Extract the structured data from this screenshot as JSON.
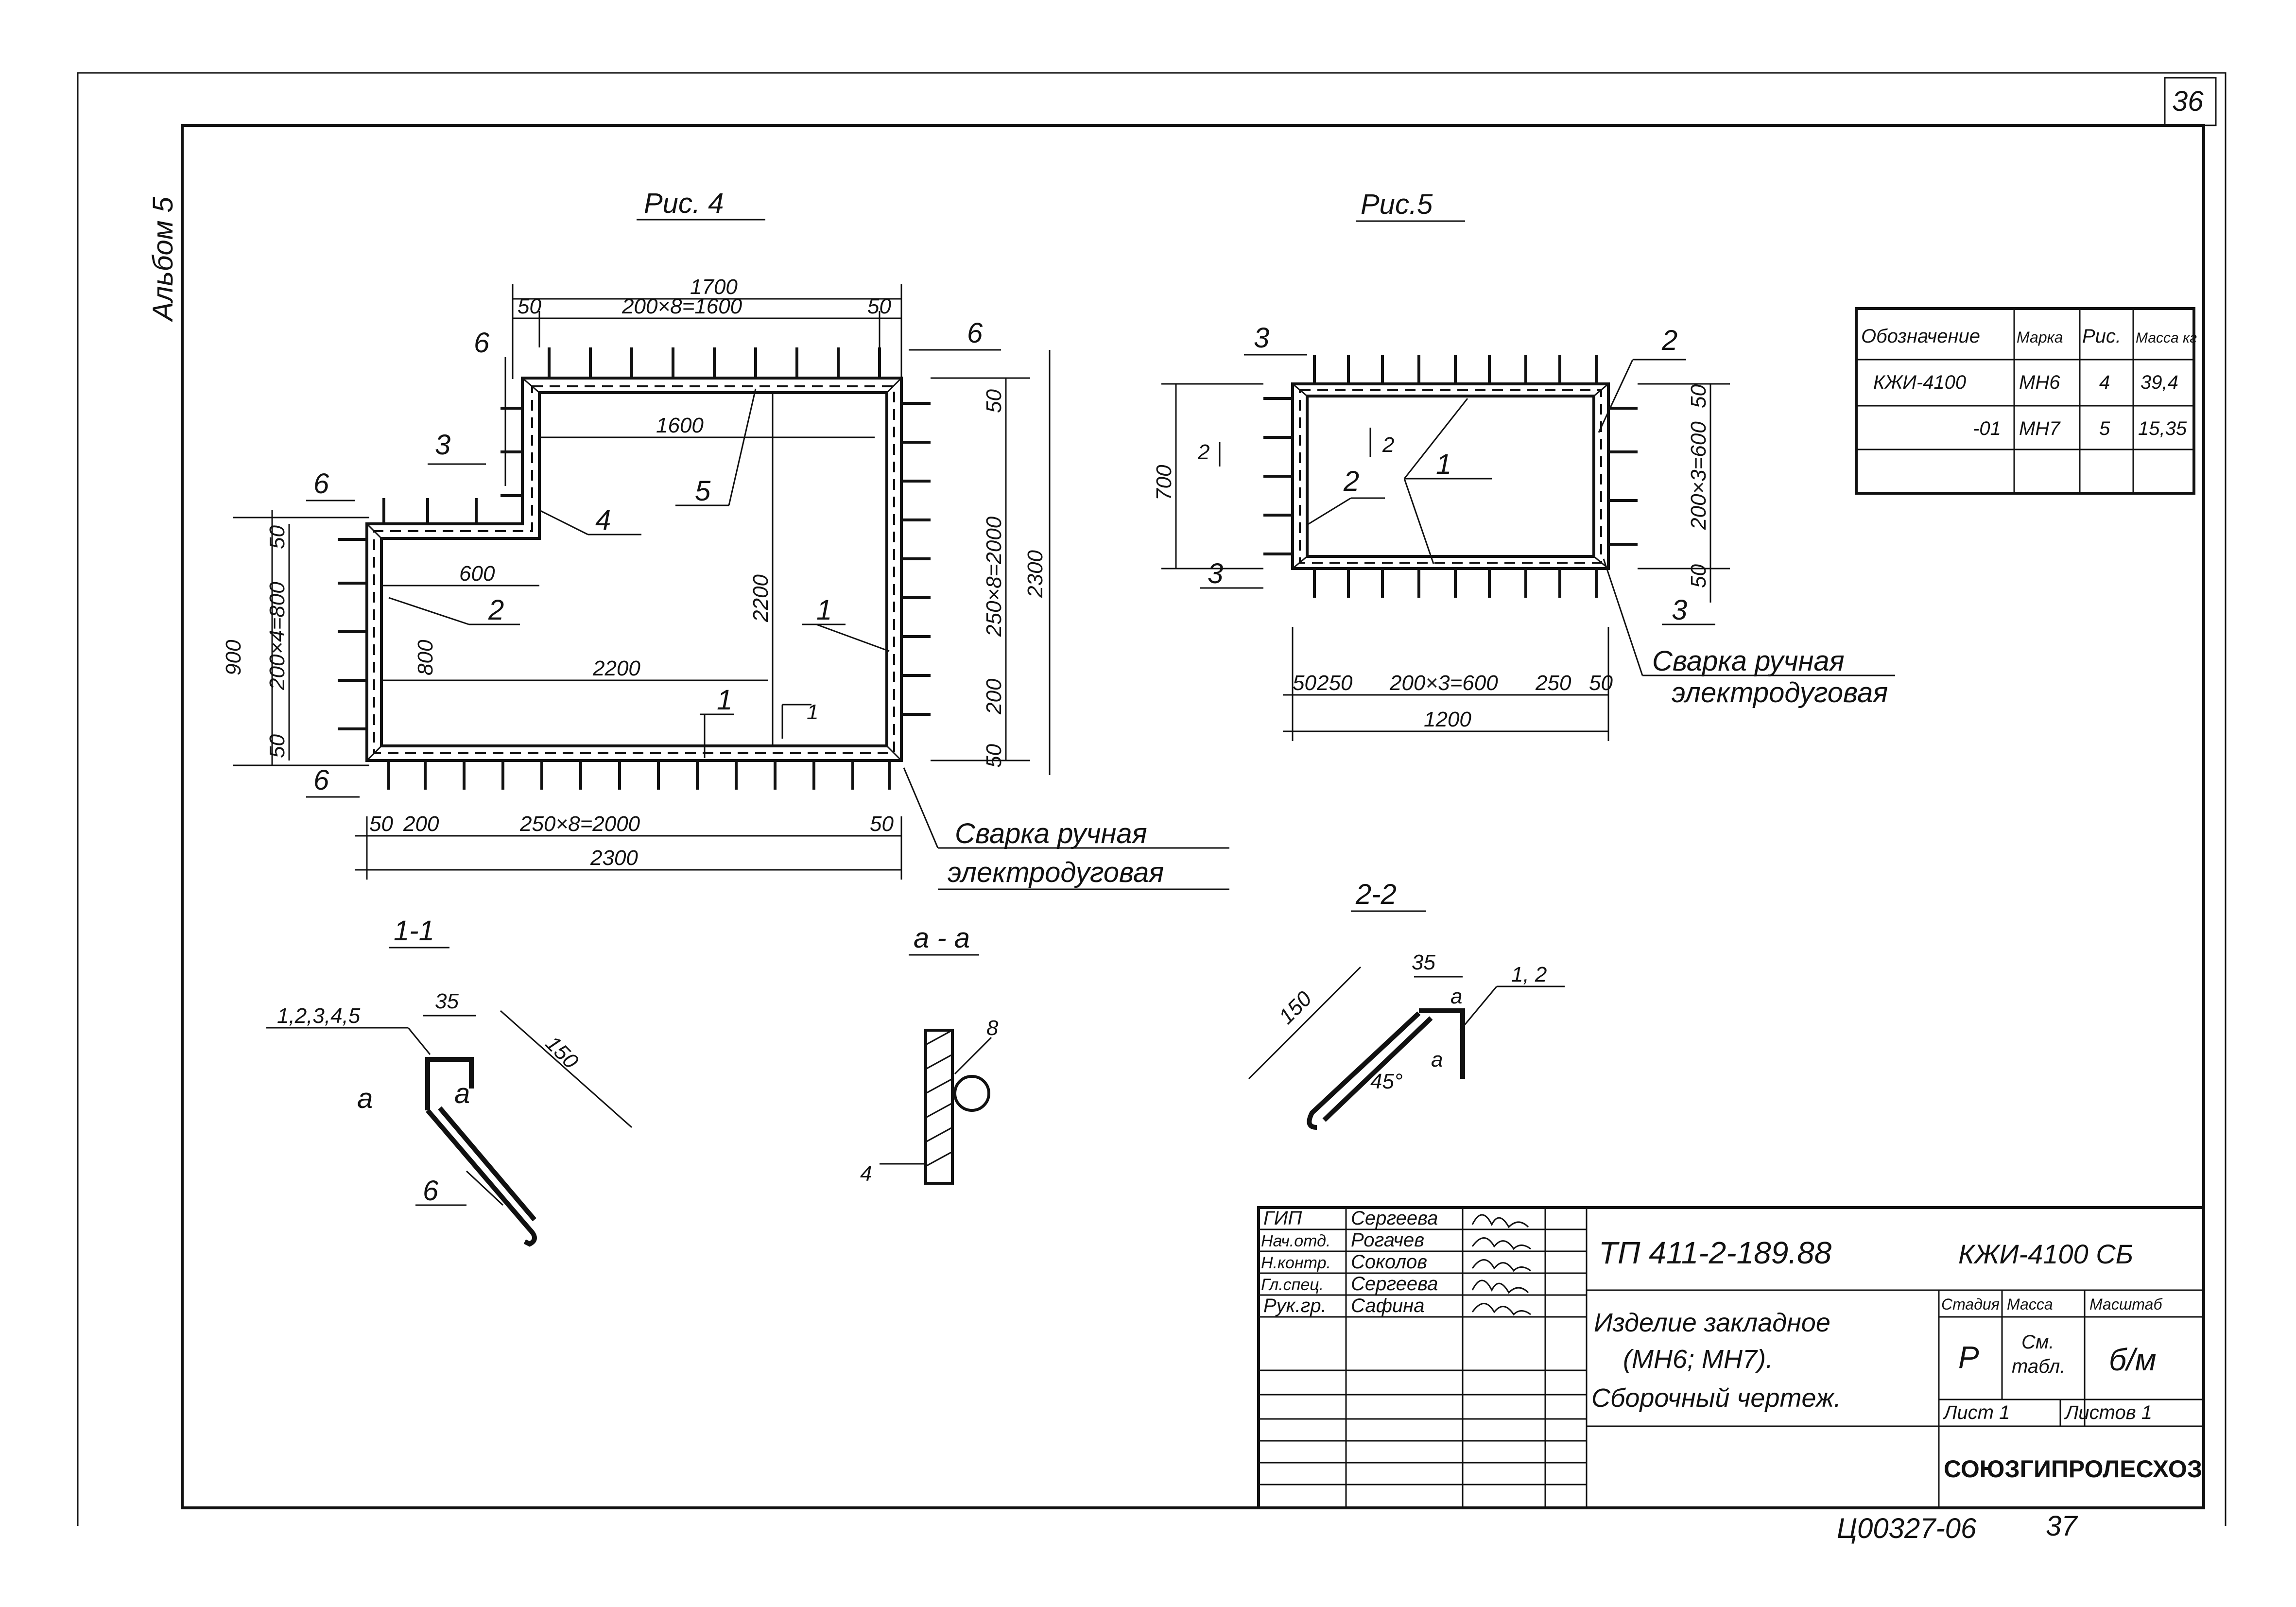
{
  "sheet": {
    "page_number": "36",
    "album_label": "Альбом 5",
    "bottom_code": "Ц00327-06",
    "bottom_number": "37"
  },
  "fig4": {
    "title": "Рис. 4",
    "dims": {
      "top_total": "1700",
      "top_sub": "200×8=1600",
      "top_left_50": "50",
      "top_right_50": "50",
      "inner_1600": "1600",
      "mark_6_top_left": "6",
      "mark_6_top_right": "6",
      "mark_3": "3",
      "mark_6_left": "6",
      "mark_6_bottom_left": "6",
      "left_50_top": "50",
      "left_sub": "200×4=800",
      "left_50_bottom": "50",
      "left_total": "900",
      "inner_600": "600",
      "inner_800": "800",
      "inner_2200_h": "2200",
      "inner_2200_v": "2200",
      "right_50_top": "50",
      "right_sub": "250×8=2000",
      "right_200": "200",
      "right_50_bottom": "50",
      "right_total": "2300",
      "bot_50": "50",
      "bot_200": "200",
      "bot_sub": "250×8=2000",
      "bot_50_right": "50",
      "bot_total": "2300"
    },
    "callouts": {
      "c1a": "1",
      "c1b": "1",
      "c2": "2",
      "c4": "4",
      "c5": "5",
      "section_mark": "1"
    },
    "weld_line1": "Сварка ручная",
    "weld_line2": "электродуговая"
  },
  "fig5": {
    "title": "Рис.5",
    "dims": {
      "left_700": "700",
      "right_50_top": "50",
      "right_sub": "200×3=600",
      "right_50_bottom": "50",
      "bot_50": "50",
      "bot_250": "250",
      "bot_sub": "200×3=600",
      "bot_250_right": "250",
      "bot_50_right": "50",
      "bot_total": "1200",
      "mark_3_tl": "3",
      "mark_3_bl": "3",
      "mark_3_br": "3"
    },
    "callouts": {
      "c1": "1",
      "c2_top": "2",
      "c2_left": "2",
      "section_2a": "2",
      "section_2b": "2"
    },
    "weld_line1": "Сварка ручная",
    "weld_line2": "электродуговая"
  },
  "sections": {
    "s11_title": "1-1",
    "s11_labels": "1,2,3,4,5",
    "s11_35": "35",
    "s11_150": "150",
    "s11_a1": "а",
    "s11_a2": "а",
    "s11_6": "6",
    "saa_title": "а - а",
    "saa_8": "8",
    "saa_4": "4",
    "s22_title": "2-2",
    "s22_35": "35",
    "s22_150": "150",
    "s22_12": "1, 2",
    "s22_45": "45°",
    "s22_a1": "а",
    "s22_a2": "а"
  },
  "spec_table": {
    "headers": [
      "Обозначение",
      "Марка",
      "Рис.",
      "Масса кг"
    ],
    "rows": [
      [
        "КЖИ-4100",
        "МН6",
        "4",
        "39,4"
      ],
      [
        "-01",
        "МН7",
        "5",
        "15,35"
      ],
      [
        "",
        "",
        "",
        ""
      ]
    ]
  },
  "title_block": {
    "roles": [
      "ГИП",
      "Нач.отд.",
      "Н.контр.",
      "Гл.спец.",
      "Рук.гр."
    ],
    "names": [
      "Сергеева",
      "Рогачев",
      "Соколов",
      "Сергеева",
      "Сафина"
    ],
    "doc_code": "ТП 411-2-189.88",
    "part_code": "КЖИ-4100 СБ",
    "title_line1": "Изделие закладное",
    "title_line2": "(МН6; МН7).",
    "title_line3": "Сборочный чертеж.",
    "stage_label": "Стадия",
    "mass_label": "Масса",
    "scale_label": "Масштаб",
    "stage_value": "Р",
    "mass_value_1": "См.",
    "mass_value_2": "табл.",
    "scale_value": "б/м",
    "sheet_label": "Лист 1",
    "sheets_label": "Листов 1",
    "org": "СОЮЗГИПРОЛЕСХОЗ"
  }
}
